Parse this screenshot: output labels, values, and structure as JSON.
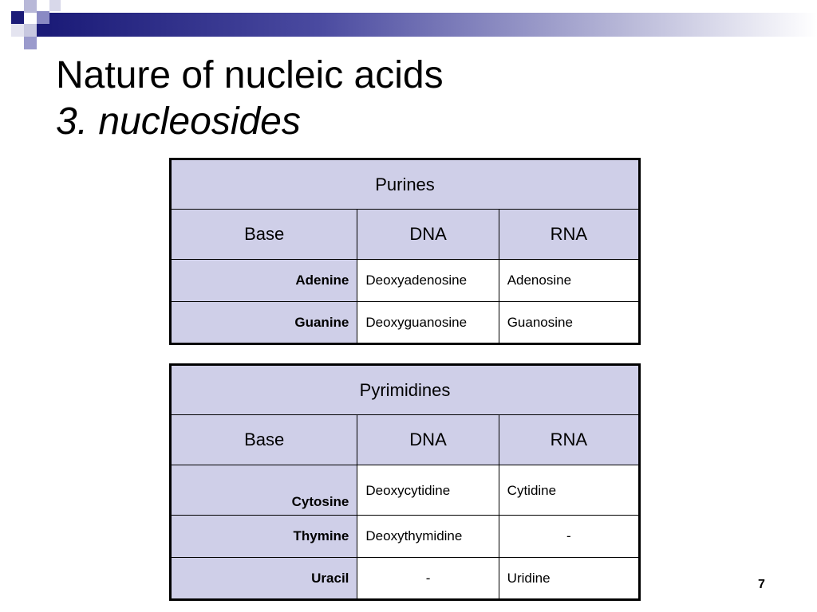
{
  "slide": {
    "title": "Nature of nucleic acids",
    "subtitle": "3. nucleosides",
    "page_number": "7"
  },
  "purines": {
    "title": "Purines",
    "columns": [
      "Base",
      "DNA",
      "RNA"
    ],
    "rows": [
      {
        "base": "Adenine",
        "dna": "Deoxyadenosine",
        "rna": "Adenosine"
      },
      {
        "base": "Guanine",
        "dna": "Deoxyguanosine",
        "rna": "Guanosine"
      }
    ]
  },
  "pyrimidines": {
    "title": "Pyrimidines",
    "columns": [
      "Base",
      "DNA",
      "RNA"
    ],
    "rows": [
      {
        "base": "Cytosine",
        "dna": "Deoxycytidine",
        "rna": "Cytidine"
      },
      {
        "base": "Thymine",
        "dna": "Deoxythymidine",
        "rna": "-"
      },
      {
        "base": "Uracil",
        "dna": "-",
        "rna": "Uridine"
      }
    ]
  },
  "colors": {
    "header_fill": "#cfcfe8",
    "bar_dark": "#1b1b78"
  }
}
